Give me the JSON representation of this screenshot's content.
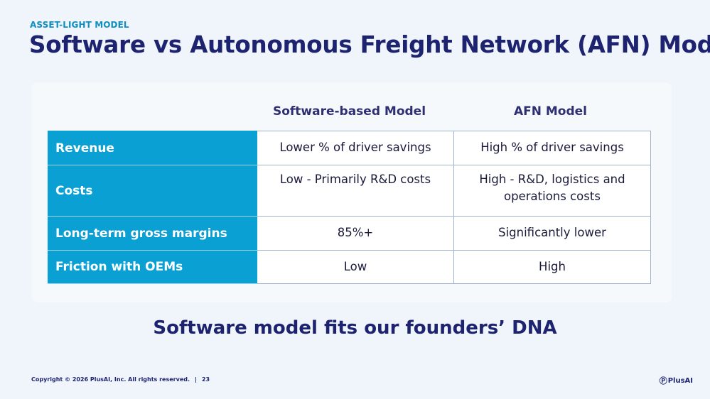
{
  "slide": {
    "eyebrow": "ASSET-LIGHT MODEL",
    "title": "Software vs Autonomous Freight Network (AFN) Model",
    "tagline": "Software model fits our founders’ DNA"
  },
  "table": {
    "columns": [
      "Software-based Model",
      "AFN Model"
    ],
    "rows": [
      {
        "label": "Revenue",
        "software": "Lower % of driver savings",
        "afn": "High % of driver savings"
      },
      {
        "label": "Costs",
        "software": "Low - Primarily R&D costs",
        "afn": "High - R&D, logistics and operations costs"
      },
      {
        "label": "Long-term gross margins",
        "software": "85%+",
        "afn": "Significantly lower"
      },
      {
        "label": "Friction with OEMs",
        "software": "Low",
        "afn": "High"
      }
    ]
  },
  "footer": {
    "copyright": "Copyright © 2026 PlusAI, Inc. All rights reserved.",
    "separator": "|",
    "page_number": "23"
  },
  "logo": {
    "text": "PlusAI",
    "icon": "plusai-logo-icon"
  },
  "colors": {
    "navy": "#1e2370",
    "accent_blue": "#0aa0d3",
    "eyebrow_blue": "#0f8fc1",
    "background": "#eff5fb"
  }
}
